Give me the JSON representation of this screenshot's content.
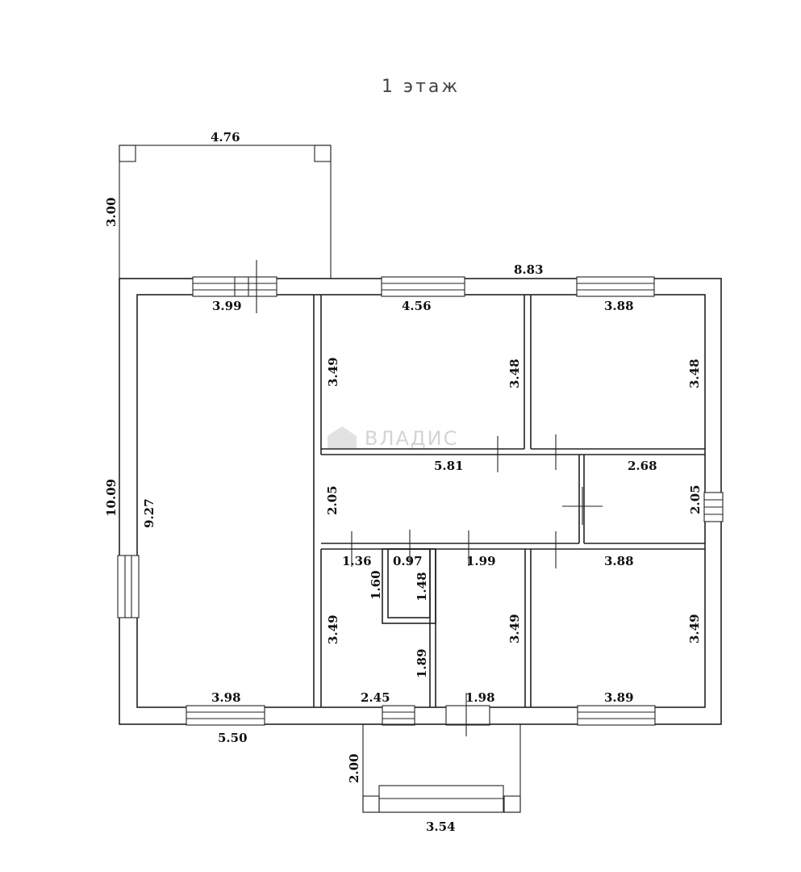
{
  "title": "1 этаж",
  "watermark": "ВЛАДИС",
  "dimensions": {
    "terrace_top_width": "4.76",
    "terrace_top_depth": "3.00",
    "overall_width": "8.83",
    "overall_depth": "10.09",
    "left_room_width_top": "3.99",
    "left_room_depth": "9.27",
    "left_room_width_bottom": "3.98",
    "bottom_left_outer": "5.50",
    "top_middle_width": "4.56",
    "top_middle_depth_left": "3.49",
    "top_middle_depth_right": "3.48",
    "top_right_width": "3.88",
    "top_right_depth": "3.48",
    "hall_width": "5.81",
    "hall_depth": "2.05",
    "right_mid_width": "2.68",
    "right_mid_depth": "2.05",
    "bath_width_a": "1.36",
    "wc_width": "0.97",
    "wc_depth_a": "1.60",
    "wc_depth_b": "1.48",
    "closet_width": "1.99",
    "bottom_right_width": "3.88",
    "bottom_right_depth": "3.49",
    "bath_depth": "3.49",
    "bath_lower_depth": "1.89",
    "bath_bottom_width": "2.45",
    "closet_depth": "3.49",
    "closet_bottom_width": "1.98",
    "bottom_right_bottom_width": "3.89",
    "porch_depth": "2.00",
    "porch_width": "3.54"
  }
}
